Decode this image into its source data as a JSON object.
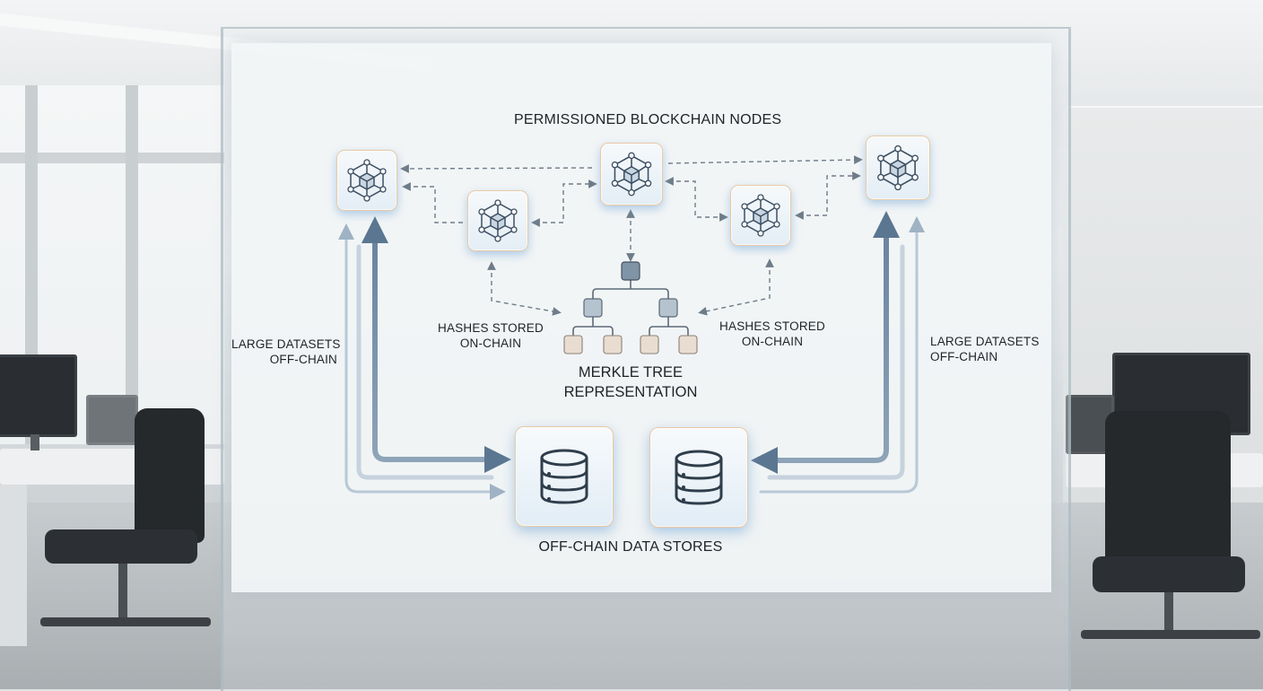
{
  "diagram": {
    "title": "PERMISSIONED BLOCKCHAIN NODES",
    "nodes": [
      "blockchain-node-1",
      "blockchain-node-2",
      "blockchain-node-3",
      "blockchain-node-4",
      "blockchain-node-5"
    ],
    "hashes_left": [
      "HASHES STORED",
      "ON-CHAIN"
    ],
    "hashes_right": [
      "HASHES STORED",
      "ON-CHAIN"
    ],
    "large_left": [
      "LARGE DATASETS",
      "OFF-CHAIN"
    ],
    "large_right": [
      "LARGE DATASETS",
      "OFF-CHAIN"
    ],
    "merkle_label": [
      "MERKLE TREE",
      "REPRESENTATION"
    ],
    "offchain_label": "OFF-CHAIN DATA STORES",
    "icons": {
      "node": "blockchain-cube-network-icon",
      "database": "database-cylinder-icon"
    },
    "colors": {
      "arrow_solid": "#5b7690",
      "arrow_dashed": "#6e7c88",
      "node_glow": "#7fb2de",
      "card_border": "#e8c9a6",
      "merkle_root": "#7f94a6",
      "merkle_leaf": "#e9ddd1"
    }
  }
}
